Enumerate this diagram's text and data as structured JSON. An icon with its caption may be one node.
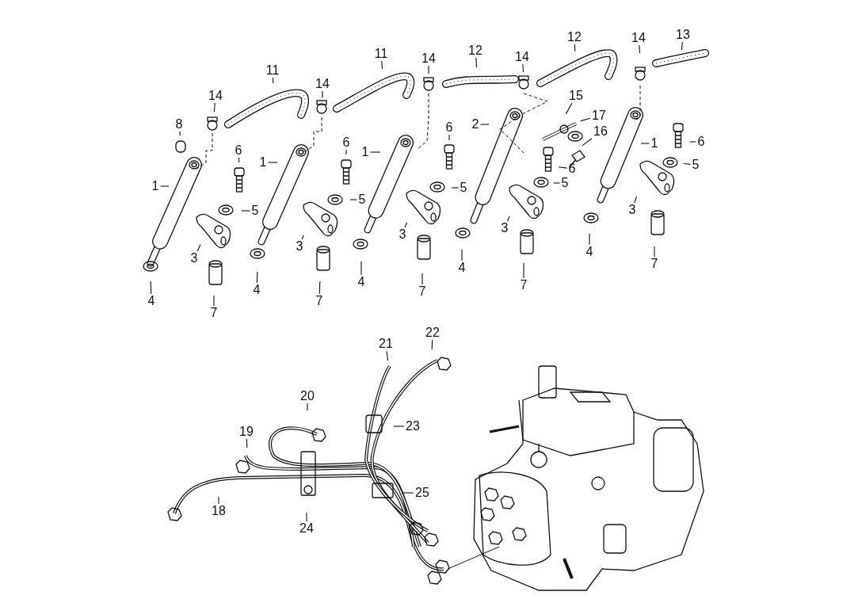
{
  "diagram": {
    "nodes": [
      {
        "text": [
          "13"
        ]
      },
      {
        "text": [
          "12"
        ]
      },
      {
        "text": [
          "14"
        ]
      },
      {
        "text": [
          "12"
        ]
      },
      {
        "text": [
          "11"
        ]
      },
      {
        "text": [
          "14"
        ]
      },
      {
        "text": [
          "14"
        ]
      },
      {
        "text": [
          "11"
        ]
      },
      {
        "text": [
          "14"
        ]
      },
      {
        "text": [
          "14"
        ]
      },
      {
        "text": [
          "15"
        ]
      },
      {
        "text": [
          "17"
        ]
      },
      {
        "text": [
          "8"
        ]
      },
      {
        "text": [
          "2"
        ]
      },
      {
        "text": [
          "6"
        ]
      },
      {
        "text": [
          "16"
        ]
      },
      {
        "text": [
          "6"
        ]
      },
      {
        "text": [
          "6"
        ]
      },
      {
        "text": [
          "1"
        ]
      },
      {
        "text": [
          "6"
        ]
      },
      {
        "text": [
          "1"
        ]
      },
      {
        "text": [
          "1"
        ]
      },
      {
        "text": [
          "5"
        ]
      },
      {
        "text": [
          "6"
        ]
      },
      {
        "text": [
          "5"
        ]
      },
      {
        "text": [
          "1"
        ]
      },
      {
        "text": [
          "5"
        ]
      },
      {
        "text": [
          "5"
        ]
      },
      {
        "text": [
          "3"
        ]
      },
      {
        "text": [
          "5"
        ]
      },
      {
        "text": [
          "3"
        ]
      },
      {
        "text": [
          "3"
        ]
      },
      {
        "text": [
          "3"
        ]
      },
      {
        "text": [
          "4"
        ]
      },
      {
        "text": [
          "3"
        ]
      },
      {
        "text": [
          "7"
        ]
      },
      {
        "text": [
          "4"
        ]
      },
      {
        "text": [
          "4"
        ]
      },
      {
        "text": [
          "7"
        ]
      },
      {
        "text": [
          "4"
        ]
      },
      {
        "text": [
          "7"
        ]
      },
      {
        "text": [
          "7"
        ]
      },
      {
        "text": [
          "4"
        ]
      },
      {
        "text": [
          "7"
        ]
      },
      {
        "text": [
          "22"
        ]
      },
      {
        "text": [
          "21"
        ]
      },
      {
        "text": [
          "20"
        ]
      },
      {
        "text": [
          "23"
        ]
      },
      {
        "text": [
          "19"
        ]
      },
      {
        "text": [
          "25"
        ]
      },
      {
        "text": [
          "18"
        ]
      },
      {
        "text": [
          "24"
        ]
      }
    ],
    "edges": [
      {
        "from": 0,
        "to": null,
        "arrow": "none"
      },
      {
        "from": 1,
        "to": null,
        "arrow": "none"
      },
      {
        "from": 2,
        "to": null,
        "arrow": "none"
      },
      {
        "from": 3,
        "to": null,
        "arrow": "none"
      },
      {
        "from": 4,
        "to": null,
        "arrow": "none"
      },
      {
        "from": 5,
        "to": null,
        "arrow": "none"
      },
      {
        "from": 6,
        "to": null,
        "arrow": "none"
      },
      {
        "from": 7,
        "to": null,
        "arrow": "none"
      },
      {
        "from": 8,
        "to": null,
        "arrow": "none"
      },
      {
        "from": 9,
        "to": null,
        "arrow": "none"
      },
      {
        "from": 10,
        "to": null,
        "arrow": "none"
      },
      {
        "from": 11,
        "to": null,
        "arrow": "none"
      },
      {
        "from": 12,
        "to": null,
        "arrow": "none"
      },
      {
        "from": 13,
        "to": null,
        "arrow": "none"
      },
      {
        "from": 14,
        "to": null,
        "arrow": "none"
      },
      {
        "from": 15,
        "to": null,
        "arrow": "none"
      },
      {
        "from": 16,
        "to": null,
        "arrow": "none"
      },
      {
        "from": 17,
        "to": null,
        "arrow": "none"
      },
      {
        "from": 18,
        "to": null,
        "arrow": "none"
      },
      {
        "from": 19,
        "to": null,
        "arrow": "none"
      },
      {
        "from": 20,
        "to": null,
        "arrow": "none"
      },
      {
        "from": 21,
        "to": null,
        "arrow": "none"
      },
      {
        "from": 22,
        "to": null,
        "arrow": "none"
      },
      {
        "from": 23,
        "to": null,
        "arrow": "none"
      },
      {
        "from": 24,
        "to": null,
        "arrow": "none"
      },
      {
        "from": 25,
        "to": null,
        "arrow": "none"
      },
      {
        "from": 26,
        "to": null,
        "arrow": "none"
      },
      {
        "from": 27,
        "to": null,
        "arrow": "none"
      },
      {
        "from": 28,
        "to": null,
        "arrow": "none"
      },
      {
        "from": 29,
        "to": null,
        "arrow": "none"
      },
      {
        "from": 30,
        "to": null,
        "arrow": "none"
      },
      {
        "from": 31,
        "to": null,
        "arrow": "none"
      },
      {
        "from": 32,
        "to": null,
        "arrow": "none"
      },
      {
        "from": 33,
        "to": null,
        "arrow": "none"
      },
      {
        "from": 34,
        "to": null,
        "arrow": "none"
      },
      {
        "from": 35,
        "to": null,
        "arrow": "none"
      },
      {
        "from": 36,
        "to": null,
        "arrow": "none"
      },
      {
        "from": 37,
        "to": null,
        "arrow": "none"
      },
      {
        "from": 38,
        "to": null,
        "arrow": "none"
      },
      {
        "from": 39,
        "to": null,
        "arrow": "none"
      },
      {
        "from": 40,
        "to": null,
        "arrow": "none"
      },
      {
        "from": 41,
        "to": null,
        "arrow": "none"
      },
      {
        "from": 42,
        "to": null,
        "arrow": "none"
      },
      {
        "from": 43,
        "to": null,
        "arrow": "none"
      },
      {
        "from": 44,
        "to": null,
        "arrow": "none"
      },
      {
        "from": 45,
        "to": null,
        "arrow": "none"
      },
      {
        "from": 46,
        "to": null,
        "arrow": "none"
      },
      {
        "from": 47,
        "to": null,
        "arrow": "none"
      },
      {
        "from": 48,
        "to": null,
        "arrow": "none"
      },
      {
        "from": 49,
        "to": null,
        "arrow": "none"
      },
      {
        "from": 50,
        "to": null,
        "arrow": "none"
      },
      {
        "from": 51,
        "to": null,
        "arrow": "none"
      }
    ]
  }
}
